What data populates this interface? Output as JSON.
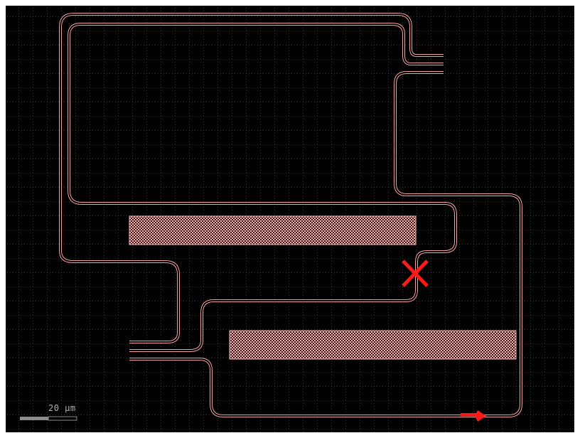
{
  "canvas": {
    "background": "#000000",
    "grid": true,
    "grid_color": "#6a6a6a"
  },
  "layout": {
    "waveguide_color": "#f4a0a0",
    "heater_fill": "#f0b0b0",
    "heater_pattern": "checker",
    "marker_color": "#ff1a1a"
  },
  "markers": [
    {
      "type": "error",
      "icon": "x-mark-icon"
    },
    {
      "type": "port-direction",
      "icon": "arrow-right-icon"
    }
  ],
  "scale_bar": {
    "label": "20 μm",
    "length_um": 20
  }
}
